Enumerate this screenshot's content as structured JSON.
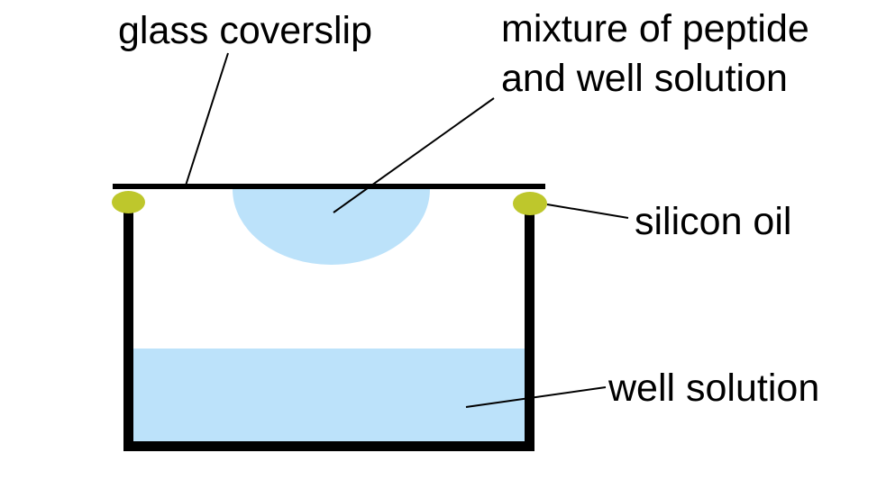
{
  "labels": {
    "glass_coverslip": "glass coverslip",
    "mixture": "mixture of peptide\nand well solution",
    "silicon_oil": "silicon oil",
    "well_solution": "well solution"
  },
  "colors": {
    "solution": "#BCE2FA",
    "silicon_oil": "#BEC72C",
    "outline": "#000000",
    "background": "#FFFFFF"
  }
}
